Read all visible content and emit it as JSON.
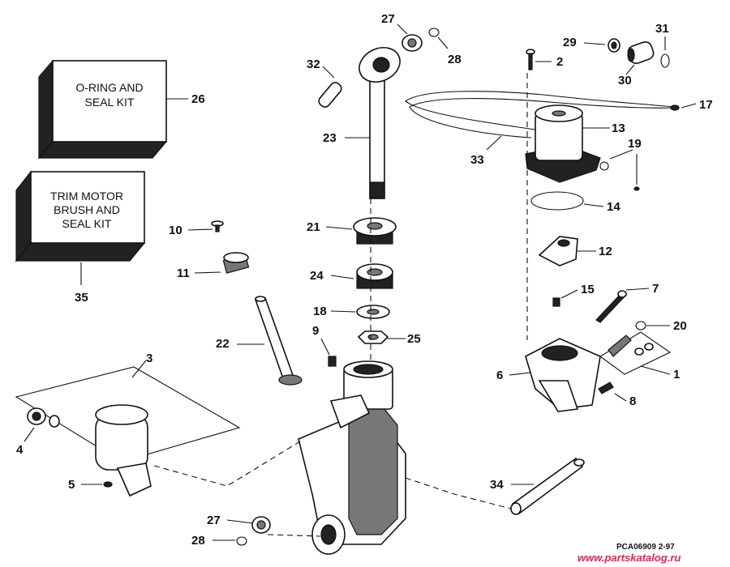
{
  "kits": {
    "oring_seal": {
      "line1": "O-RING AND",
      "line2": "SEAL KIT",
      "number": "26"
    },
    "trim_motor": {
      "line1": "TRIM MOTOR",
      "line2": "BRUSH AND",
      "line3": "SEAL KIT",
      "number": "35"
    }
  },
  "callouts": {
    "c1": "1",
    "c2": "2",
    "c3": "3",
    "c4": "4",
    "c5": "5",
    "c6": "6",
    "c7": "7",
    "c8": "8",
    "c9": "9",
    "c10": "10",
    "c11": "11",
    "c12": "12",
    "c13": "13",
    "c14": "14",
    "c15": "15",
    "c17": "17",
    "c18": "18",
    "c19": "19",
    "c20": "20",
    "c21": "21",
    "c22": "22",
    "c23": "23",
    "c24": "24",
    "c25": "25",
    "c27_top": "27",
    "c27_bottom": "27",
    "c28_top": "28",
    "c28_bottom": "28",
    "c29": "29",
    "c30": "30",
    "c31": "31",
    "c32": "32",
    "c33": "33",
    "c34": "34"
  },
  "footer": {
    "drawing_code": "PCA06909  2-97",
    "watermark": "www.partskatalog.ru"
  }
}
